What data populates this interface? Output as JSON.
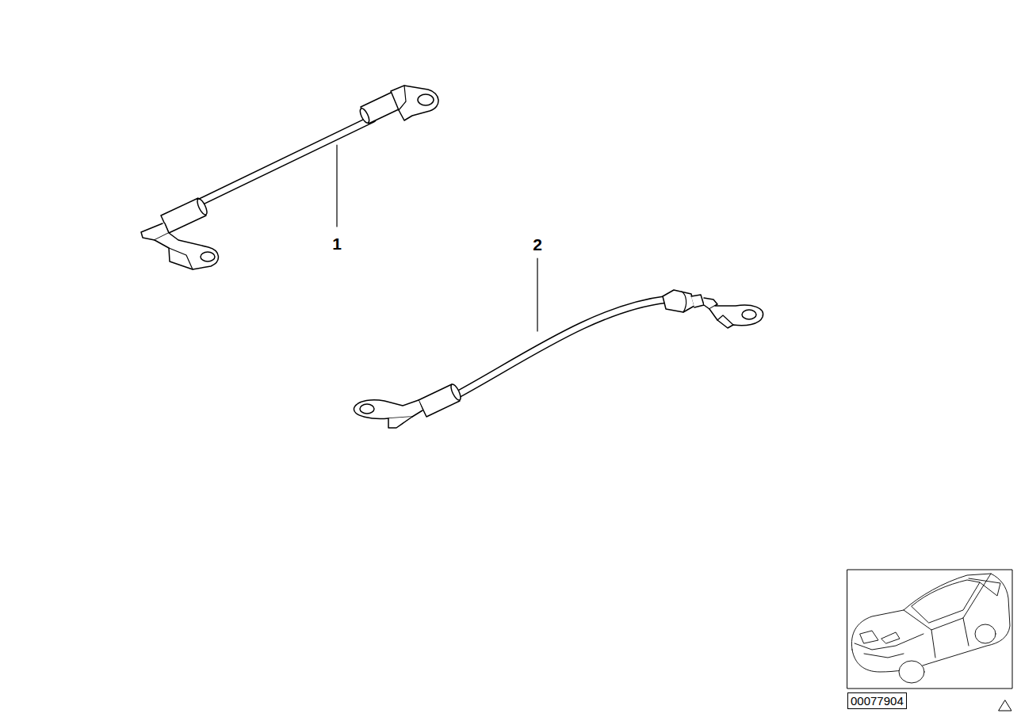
{
  "diagram": {
    "nodes": [
      {
        "text": [
          "00077904"
        ]
      }
    ],
    "labels": [
      "1",
      "2"
    ]
  }
}
